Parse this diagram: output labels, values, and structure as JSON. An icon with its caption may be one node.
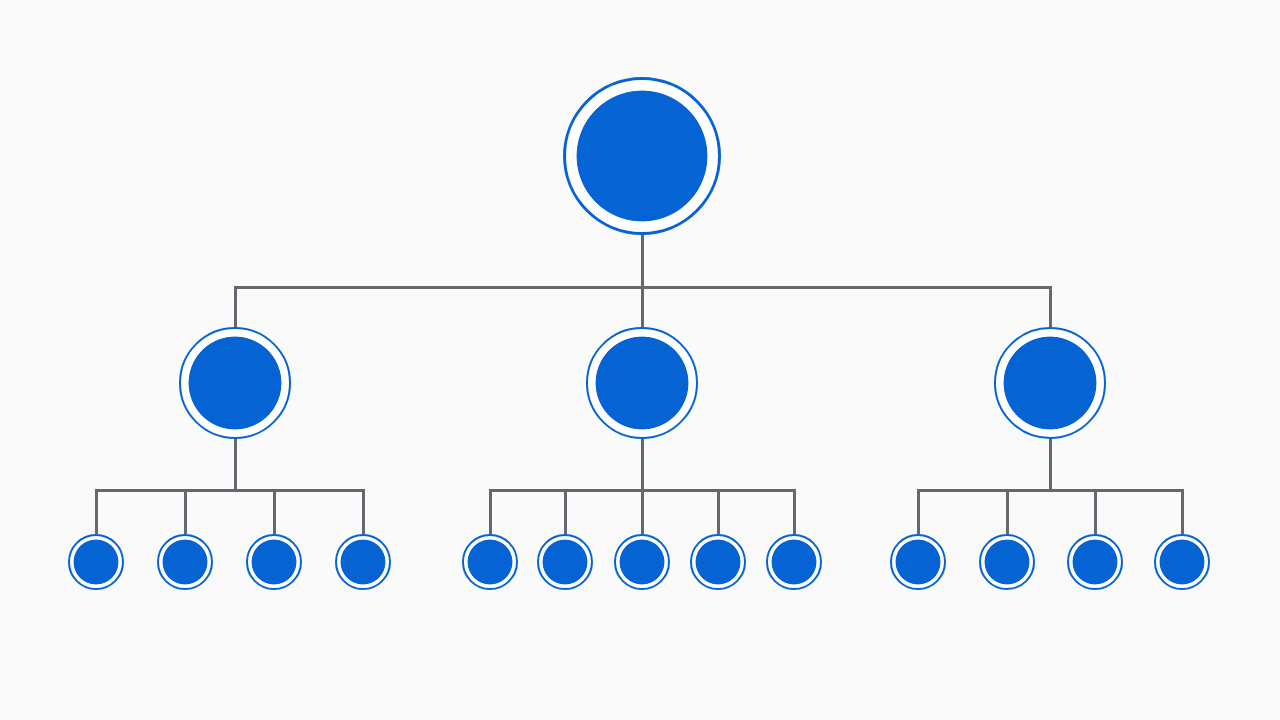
{
  "diagram": {
    "nodes": [
      {
        "text": [],
        "shape": "circle"
      },
      {
        "text": [],
        "shape": "circle"
      },
      {
        "text": [],
        "shape": "circle"
      },
      {
        "text": [],
        "shape": "circle"
      },
      {
        "text": [],
        "shape": "circle"
      },
      {
        "text": [],
        "shape": "circle"
      },
      {
        "text": [],
        "shape": "circle"
      },
      {
        "text": [],
        "shape": "circle"
      },
      {
        "text": [],
        "shape": "circle"
      },
      {
        "text": [],
        "shape": "circle"
      },
      {
        "text": [],
        "shape": "circle"
      },
      {
        "text": [],
        "shape": "circle"
      },
      {
        "text": [],
        "shape": "circle"
      },
      {
        "text": [],
        "shape": "circle"
      },
      {
        "text": [],
        "shape": "circle"
      },
      {
        "text": [],
        "shape": "circle"
      },
      {
        "text": [],
        "shape": "circle"
      }
    ],
    "edges": [
      {
        "from": 0,
        "to": 1,
        "arrow": "none"
      },
      {
        "from": 0,
        "to": 2,
        "arrow": "none"
      },
      {
        "from": 0,
        "to": 3,
        "arrow": "none"
      },
      {
        "from": 1,
        "to": 4,
        "arrow": "none"
      },
      {
        "from": 1,
        "to": 5,
        "arrow": "none"
      },
      {
        "from": 1,
        "to": 6,
        "arrow": "none"
      },
      {
        "from": 1,
        "to": 7,
        "arrow": "none"
      },
      {
        "from": 2,
        "to": 8,
        "arrow": "none"
      },
      {
        "from": 2,
        "to": 9,
        "arrow": "none"
      },
      {
        "from": 2,
        "to": 10,
        "arrow": "none"
      },
      {
        "from": 2,
        "to": 11,
        "arrow": "none"
      },
      {
        "from": 2,
        "to": 12,
        "arrow": "none"
      },
      {
        "from": 3,
        "to": 13,
        "arrow": "none"
      },
      {
        "from": 3,
        "to": 14,
        "arrow": "none"
      },
      {
        "from": 3,
        "to": 15,
        "arrow": "none"
      },
      {
        "from": 3,
        "to": 16,
        "arrow": "none"
      }
    ]
  }
}
